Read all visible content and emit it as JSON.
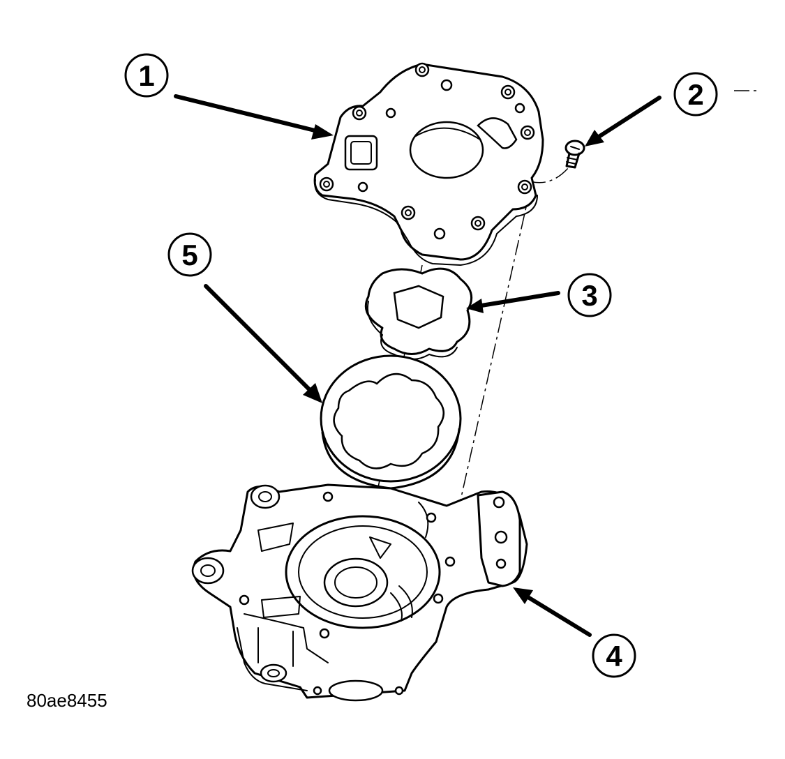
{
  "callouts": [
    {
      "id": "callout-1",
      "label": "1"
    },
    {
      "id": "callout-2",
      "label": "2"
    },
    {
      "id": "callout-3",
      "label": "3"
    },
    {
      "id": "callout-4",
      "label": "4"
    },
    {
      "id": "callout-5",
      "label": "5"
    }
  ],
  "figure_id": "80ae8455",
  "parts": [
    {
      "name": "pump-cover-plate"
    },
    {
      "name": "screw"
    },
    {
      "name": "inner-rotor"
    },
    {
      "name": "pump-housing"
    },
    {
      "name": "outer-rotor"
    }
  ]
}
